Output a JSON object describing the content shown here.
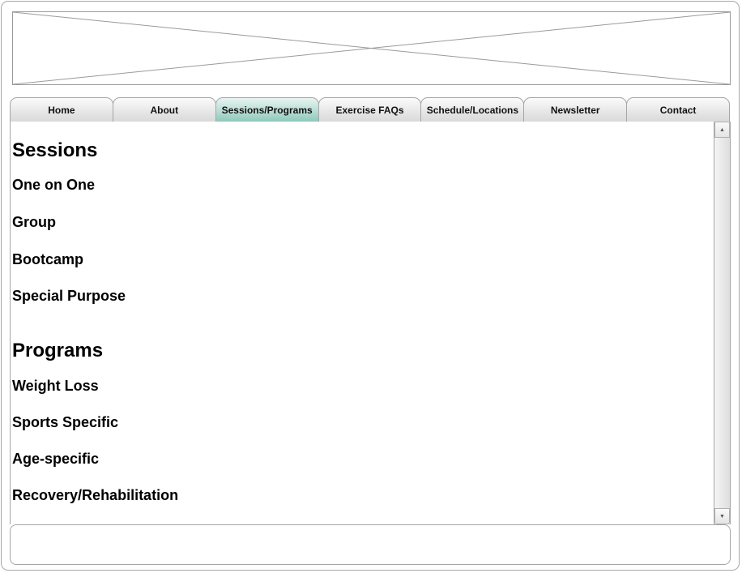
{
  "banner": {
    "type": "image-placeholder"
  },
  "nav": {
    "active_index": 2,
    "active_color": "#9fd0c4",
    "tabs": [
      {
        "label": "Home"
      },
      {
        "label": "About"
      },
      {
        "label": "Sessions/Programs"
      },
      {
        "label": "Exercise FAQs"
      },
      {
        "label": "Schedule/Locations"
      },
      {
        "label": "Newsletter"
      },
      {
        "label": "Contact"
      }
    ]
  },
  "content": {
    "sessions": {
      "heading": "Sessions",
      "items": [
        "One on One",
        "Group",
        "Bootcamp",
        "Special Purpose"
      ]
    },
    "programs": {
      "heading": "Programs",
      "items": [
        "Weight Loss",
        "Sports Specific",
        "Age-specific",
        "Recovery/Rehabilitation"
      ]
    }
  },
  "scrollbar": {
    "up_icon": "▲",
    "down_icon": "▼"
  },
  "footer": {
    "text": ""
  }
}
